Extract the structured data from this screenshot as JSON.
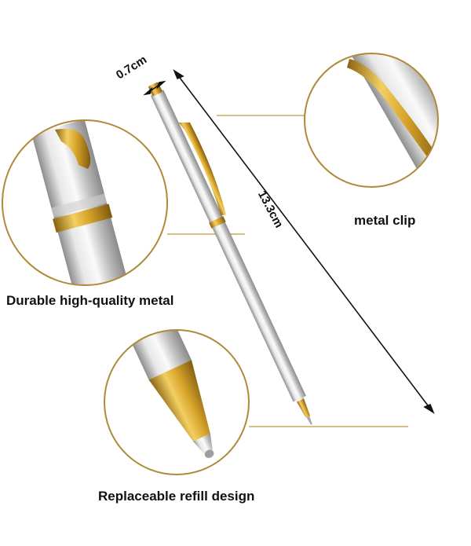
{
  "product": {
    "captions": {
      "durable": "Durable high-quality metal",
      "clip": "metal clip",
      "refill": "Replaceable refill design"
    },
    "dimensions": {
      "width": "0.7cm",
      "length": "13.3cm"
    }
  },
  "colors": {
    "gold": "#c9981f",
    "silver_light": "#eeeeee",
    "silver_dark": "#9a9a9a",
    "circle_border": "#b08a3a"
  }
}
